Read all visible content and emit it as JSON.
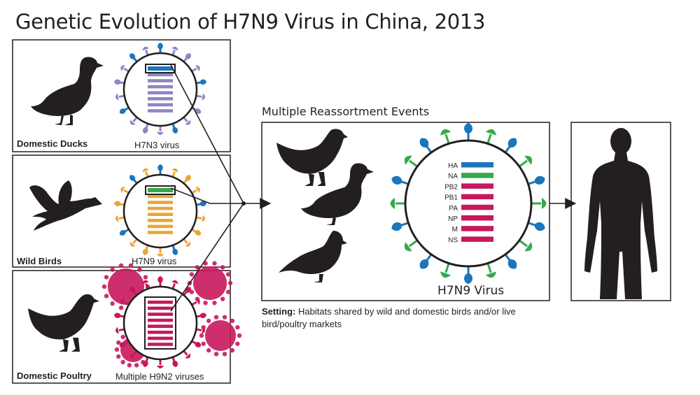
{
  "title": "Genetic Evolution of H7N9 Virus in China, 2013",
  "sources": [
    {
      "host": "Domestic Ducks",
      "virus": "H7N3 virus",
      "color": "#8e86c2"
    },
    {
      "host": "Wild Birds",
      "virus": "H7N9 virus",
      "color": "#e8a73a"
    },
    {
      "host": "Domestic Poultry",
      "virus": "Multiple H9N2 viruses",
      "color": "#c6185c"
    }
  ],
  "reassortment": {
    "heading": "Multiple Reassortment Events",
    "virus_name": "H7N9 Virus",
    "segments": [
      {
        "name": "HA",
        "color": "#1b75bb"
      },
      {
        "name": "NA",
        "color": "#36a94b"
      },
      {
        "name": "PB2",
        "color": "#c6185c"
      },
      {
        "name": "PB1",
        "color": "#c6185c"
      },
      {
        "name": "PA",
        "color": "#c6185c"
      },
      {
        "name": "NP",
        "color": "#c6185c"
      },
      {
        "name": "M",
        "color": "#c6185c"
      },
      {
        "name": "NS",
        "color": "#c6185c"
      }
    ]
  },
  "setting": {
    "label": "Setting:",
    "text": "Habitats shared by wild and domestic birds and/or live bird/poultry markets"
  },
  "colors": {
    "ha_blue": "#1b75bb",
    "na_green": "#36a94b",
    "h9n2_magenta": "#c6185c",
    "h7n3_lavender": "#8e86c2",
    "h7n9_orange": "#e8a73a"
  },
  "icons": [
    "duck-silhouette",
    "flying-bird-silhouette",
    "chicken-silhouette",
    "quail-silhouette",
    "human-silhouette"
  ]
}
